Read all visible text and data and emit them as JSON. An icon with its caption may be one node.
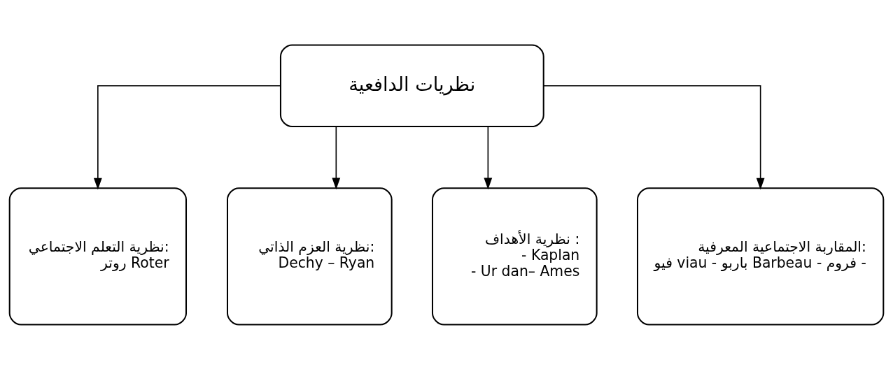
{
  "diagram": {
    "nodes": [
      {
        "text": [
          "نظريات الدافعية"
        ]
      },
      {
        "text": [
          "المقاربة الاجتماعية المعرفية:",
          "فيو viau - باربو Barbeau - فروم -"
        ]
      },
      {
        "text": [
          "نظرية الأهداف :",
          "- Kaplan",
          "- Ur dan– Ames"
        ]
      },
      {
        "text": [
          "نظرية العزم الذاتي:",
          "Dechy – Ryan"
        ]
      },
      {
        "text": [
          "نظرية التعلم الاجتماعي:",
          "روتر Roter"
        ]
      }
    ],
    "edges": [
      {
        "from": 0,
        "to": 1,
        "arrow": "to"
      },
      {
        "from": 0,
        "to": 2,
        "arrow": "to"
      },
      {
        "from": 0,
        "to": 3,
        "arrow": "to"
      },
      {
        "from": 0,
        "to": 4,
        "arrow": "to"
      }
    ]
  }
}
